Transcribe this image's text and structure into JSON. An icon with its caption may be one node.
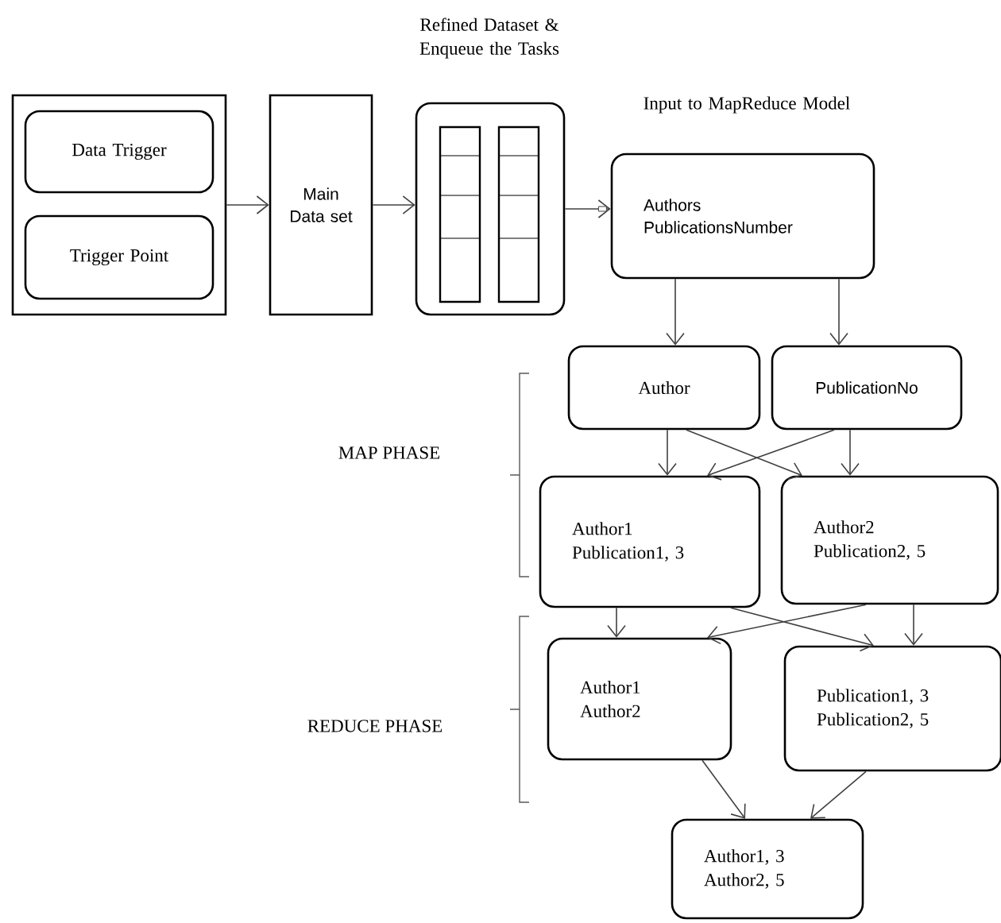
{
  "diagram": {
    "nodes": [
      {
        "text": [],
        "shape": "box"
      },
      {
        "text": [
          "Data Trigger"
        ],
        "in": 0
      },
      {
        "text": [
          "Trigger Point"
        ],
        "in": 0
      },
      {
        "text": [
          "Main Data set"
        ]
      },
      {
        "text": [
          "Refined Dataset & Enqueue the Tasks"
        ]
      },
      {
        "text": [
          "Input to MapReduce Model",
          "Authors PublicationsNumber"
        ]
      },
      {
        "text": [
          "Author"
        ]
      },
      {
        "text": [
          "PublicationNo"
        ]
      },
      {
        "text": [
          "Author1 Publication1, 3"
        ]
      },
      {
        "text": [
          "Author2 Publication2, 5"
        ]
      },
      {
        "text": [
          "Author1 Author2"
        ]
      },
      {
        "text": [
          "Publication1, 3 Publication2, 5"
        ]
      },
      {
        "text": [
          "Author1, 3 Author2, 5"
        ]
      }
    ],
    "edges": [
      {
        "from": 0,
        "to": 3,
        "arrow": "to"
      },
      {
        "from": 3,
        "to": 4,
        "arrow": "to"
      },
      {
        "from": 4,
        "to": 5,
        "arrow": "to"
      },
      {
        "from": 5,
        "to": 6,
        "arrow": "to"
      },
      {
        "from": 5,
        "to": 7,
        "arrow": "to"
      },
      {
        "from": 6,
        "to": 8,
        "arrow": "to"
      },
      {
        "from": 6,
        "to": 9,
        "arrow": "to"
      },
      {
        "from": 7,
        "to": 8,
        "arrow": "to"
      },
      {
        "from": 7,
        "to": 9,
        "arrow": "to"
      },
      {
        "from": 8,
        "to": 10,
        "arrow": "to"
      },
      {
        "from": 8,
        "to": 11,
        "arrow": "to"
      },
      {
        "from": 9,
        "to": 10,
        "arrow": "to"
      },
      {
        "from": 9,
        "to": 11,
        "arrow": "to"
      },
      {
        "from": 10,
        "to": 12,
        "arrow": "to"
      },
      {
        "from": 11,
        "to": 12,
        "arrow": "to"
      }
    ],
    "labels": [
      "MAP PHASE",
      "REDUCE PHASE"
    ]
  }
}
